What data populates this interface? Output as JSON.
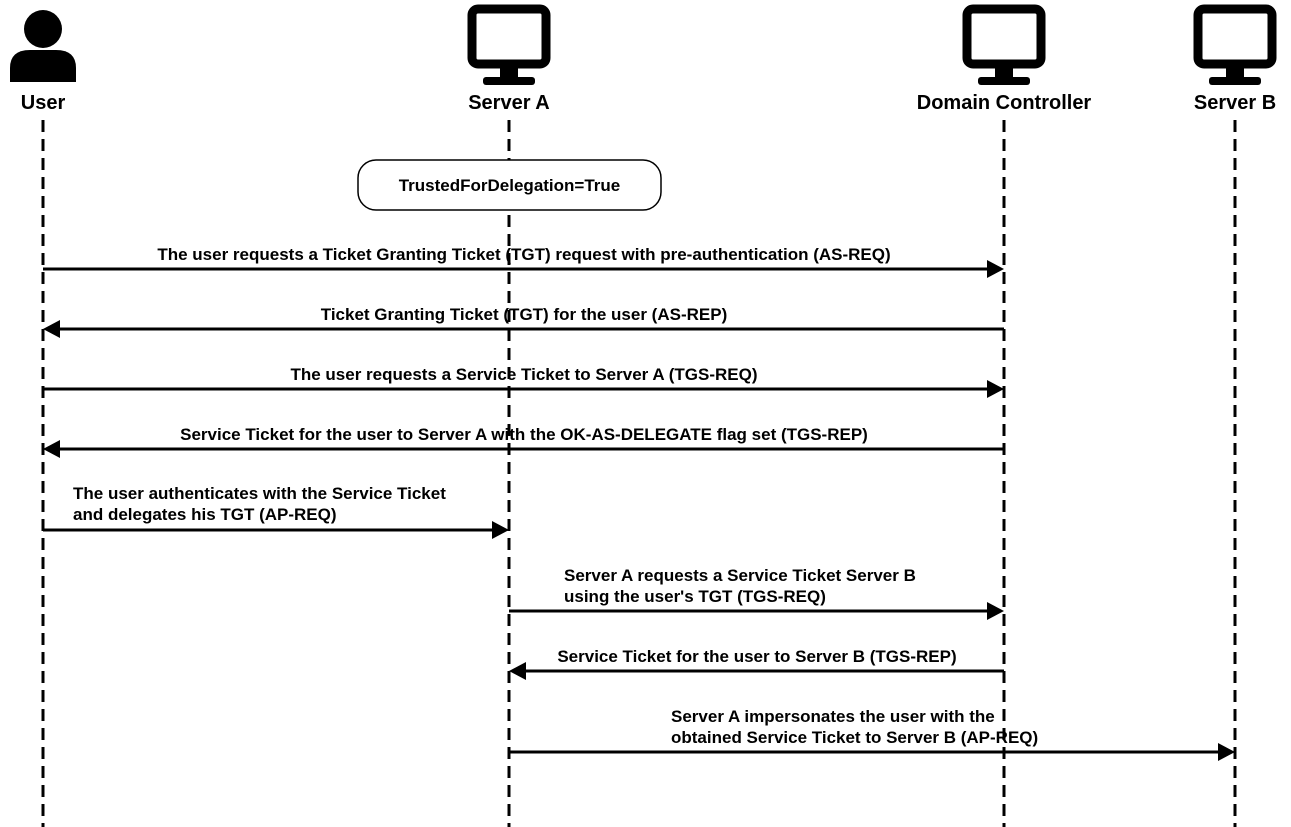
{
  "diagram": {
    "actors": [
      {
        "id": "user",
        "label": "User",
        "icon": "user-icon"
      },
      {
        "id": "server-a",
        "label": "Server A",
        "icon": "monitor-icon"
      },
      {
        "id": "dc",
        "label": "Domain Controller",
        "icon": "monitor-icon"
      },
      {
        "id": "server-b",
        "label": "Server B",
        "icon": "monitor-icon"
      }
    ],
    "note": {
      "text": "TrustedForDelegation=True"
    },
    "messages": [
      {
        "from": "user",
        "to": "dc",
        "lines": [
          "The user requests a Ticket Granting Ticket (TGT) request with pre-authentication (AS-REQ)"
        ]
      },
      {
        "from": "dc",
        "to": "user",
        "lines": [
          "Ticket Granting Ticket (TGT) for the user (AS-REP)"
        ]
      },
      {
        "from": "user",
        "to": "dc",
        "lines": [
          "The user requests a Service Ticket to Server A (TGS-REQ)"
        ]
      },
      {
        "from": "dc",
        "to": "user",
        "lines": [
          "Service Ticket for the user to Server A with the OK-AS-DELEGATE flag set (TGS-REP)"
        ]
      },
      {
        "from": "user",
        "to": "server-a",
        "lines": [
          "The user authenticates with the Service Ticket",
          "and delegates his TGT (AP-REQ)"
        ]
      },
      {
        "from": "server-a",
        "to": "dc",
        "lines": [
          "Server A requests a Service Ticket Server B",
          "using the user's TGT (TGS-REQ)"
        ]
      },
      {
        "from": "dc",
        "to": "server-a",
        "lines": [
          "Service Ticket for the user to Server B (TGS-REP)"
        ]
      },
      {
        "from": "server-a",
        "to": "server-b",
        "lines": [
          "Server A impersonates the user with the",
          "obtained Service Ticket to Server B (AP-REQ)"
        ]
      }
    ]
  }
}
